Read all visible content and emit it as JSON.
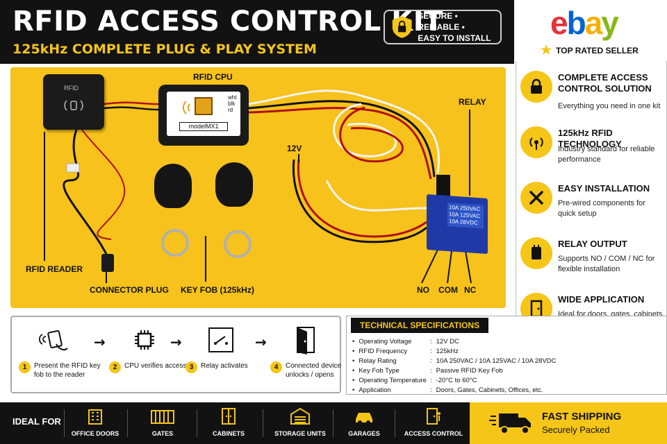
{
  "header": {
    "title": "RFID ACCESS CONTROL KIT",
    "subtitle": "125kHz  COMPLETE PLUG & PLAY SYSTEM",
    "badge_line1": "SECURE • RELIABLE •",
    "badge_line2": "EASY TO INSTALL"
  },
  "ebay": {
    "logo_e": "e",
    "logo_b": "b",
    "logo_a": "a",
    "logo_y": "y",
    "rating": "TOP RATED SELLER"
  },
  "product": {
    "reader_text": "RFID",
    "cpu_title": "RFID CPU",
    "cpu_model": "modelMX1",
    "cpu_wires": [
      "wht",
      "blk",
      "rd"
    ],
    "relay_title": "RELAY",
    "relay_specs": [
      "10A 250VAC",
      "10A 125VAC",
      "10A 28VDC"
    ],
    "labels": {
      "reader": "RFID READER",
      "connector": "CONNECTOR PLUG",
      "fob": "KEY FOB (125kHz)",
      "power": "12V",
      "no": "NO",
      "com": "COM",
      "nc": "NC"
    }
  },
  "features": [
    {
      "icon": "lock-icon",
      "title": "COMPLETE ACCESS CONTROL SOLUTION",
      "desc": "Everything you need in one kit"
    },
    {
      "icon": "signal-icon",
      "title": "125kHz RFID TECHNOLOGY",
      "desc": "Industry standard for reliable performance"
    },
    {
      "icon": "tools-icon",
      "title": "EASY INSTALLATION",
      "desc": "Pre-wired components for quick setup"
    },
    {
      "icon": "relay-icon",
      "title": "RELAY OUTPUT",
      "desc": "Supports NO / COM / NC for flexible installation"
    },
    {
      "icon": "door-icon",
      "title": "WIDE APPLICATION",
      "desc": "Ideal for doors, gates, cabinets, garages & more"
    }
  ],
  "process": [
    {
      "num": "1",
      "icon": "hand-card-icon",
      "text": "Present the RFID key fob to the reader"
    },
    {
      "num": "2",
      "icon": "chip-icon",
      "text": "CPU verifies access"
    },
    {
      "num": "3",
      "icon": "switch-icon",
      "text": "Relay activates"
    },
    {
      "num": "4",
      "icon": "open-door-icon",
      "text": "Connected device unlocks / opens"
    }
  ],
  "specs": {
    "title": "TECHNICAL SPECIFICATIONS",
    "rows": [
      {
        "k": "Operating Voltage",
        "v": "12V DC"
      },
      {
        "k": "RFID Frequency",
        "v": "125kHz"
      },
      {
        "k": "Relay Rating",
        "v": "10A 250VAC / 10A 125VAC / 10A 28VDC"
      },
      {
        "k": "Key Fob Type",
        "v": "Passive RFID Key Fob"
      },
      {
        "k": "Operating Temperature",
        "v": "-20°C to 60°C"
      },
      {
        "k": "Application",
        "v": "Doors, Gates, Cabinets, Offices, etc."
      }
    ]
  },
  "bottom": {
    "ideal_for": "IDEAL FOR",
    "items": [
      {
        "icon": "building-icon",
        "label": "OFFICE DOORS"
      },
      {
        "icon": "gate-icon",
        "label": "GATES"
      },
      {
        "icon": "cabinet-icon",
        "label": "CABINETS"
      },
      {
        "icon": "storage-icon",
        "label": "STORAGE UNITS"
      },
      {
        "icon": "car-icon",
        "label": "GARAGES"
      },
      {
        "icon": "access-door-icon",
        "label": "ACCESS CONTROL"
      }
    ],
    "shipping_title": "FAST SHIPPING",
    "shipping_sub": "Securely Packed"
  }
}
